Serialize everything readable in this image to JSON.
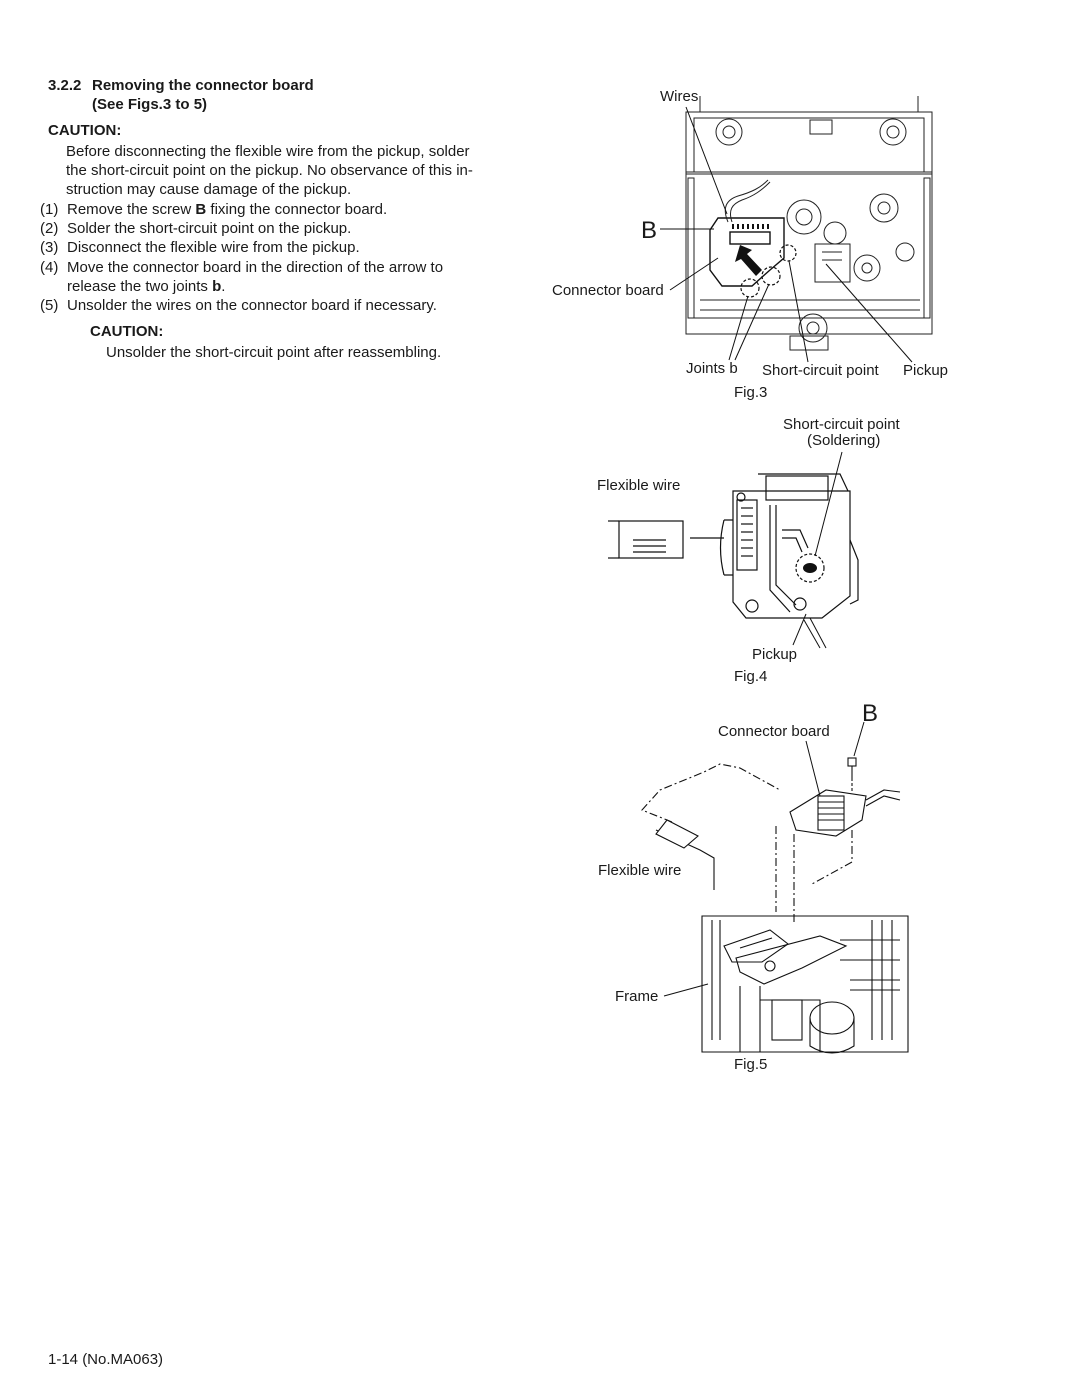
{
  "section": {
    "number": "3.2.2",
    "title": "Removing the connector board",
    "subtitle": "(See Figs.3 to 5)"
  },
  "caution1": {
    "heading": "CAUTION:",
    "lines": [
      "Before disconnecting the flexible wire from the pickup, solder",
      "the short-circuit point on the pickup. No observance of this in-",
      "struction may cause damage of the pickup."
    ]
  },
  "steps": [
    {
      "num": "(1)",
      "pre": "Remove the screw ",
      "bold": "B",
      "post": " fixing the connector board."
    },
    {
      "num": "(2)",
      "text": "Solder the short-circuit point on the pickup."
    },
    {
      "num": "(3)",
      "text": "Disconnect the flexible wire from the pickup."
    },
    {
      "num": "(4)",
      "text": "Move the connector board in the direction of the arrow to",
      "cont_pre": "release the two joints ",
      "cont_bold": "b",
      "cont_post": "."
    },
    {
      "num": "(5)",
      "text": "Unsolder the wires on the connector board if necessary."
    }
  ],
  "caution2": {
    "heading": "CAUTION:",
    "text": "Unsolder the short-circuit point after reassembling."
  },
  "fig3": {
    "caption": "Fig.3",
    "wires": "Wires",
    "b_marker": "B",
    "connector_board": "Connector board",
    "joints": "Joints b",
    "short_circuit": "Short-circuit point",
    "pickup": "Pickup"
  },
  "fig4": {
    "caption": "Fig.4",
    "short_circuit": "Short-circuit point",
    "soldering": "(Soldering)",
    "flexible_wire": "Flexible wire",
    "pickup": "Pickup"
  },
  "fig5": {
    "caption": "Fig.5",
    "b_marker": "B",
    "connector_board": "Connector board",
    "flexible_wire": "Flexible wire",
    "frame": "Frame"
  },
  "footer": {
    "page": "1-14 (No.MA063)"
  }
}
